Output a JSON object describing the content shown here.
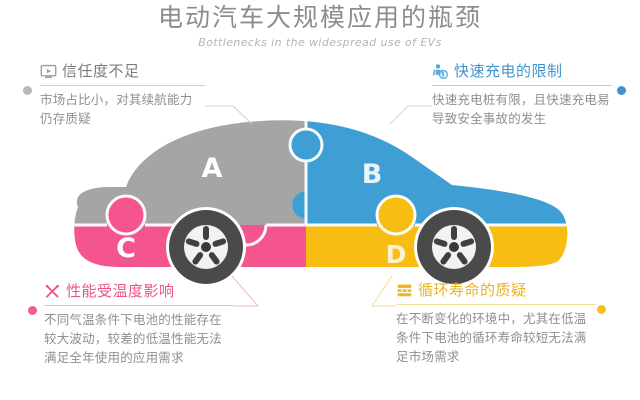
{
  "header": {
    "title_cn": "电动汽车大规模应用的瓶颈",
    "title_en": "Bottlenecks in the widespread use of EVs"
  },
  "callouts": [
    {
      "id": "trust",
      "letter": "A",
      "position": "top-left",
      "icon": "monitor-play-icon",
      "color": "#7c7c7c",
      "heading": "信任度不足",
      "body": "市场占比小，对其续航能力仍存质疑"
    },
    {
      "id": "fast-charging",
      "letter": "B",
      "position": "top-right",
      "icon": "charging-person-icon",
      "color": "#3f94cf",
      "heading": "快速充电的限制",
      "body": "快速充电桩有限，且快速充电易导致安全事故的发生"
    },
    {
      "id": "temperature",
      "letter": "C",
      "position": "bottom-left",
      "icon": "crossed-tools-icon",
      "color": "#e8558c",
      "heading": "性能受温度影响",
      "body": "不同气温条件下电池的性能存在较大波动，较差的低温性能无法满足全年使用的应用需求"
    },
    {
      "id": "cycle-life",
      "letter": "D",
      "position": "bottom-right",
      "icon": "battery-chart-icon",
      "color": "#e8b422",
      "heading": "循环寿命的质疑",
      "body": "在不断变化的环境中，尤其在低温条件下电池的循环寿命较短无法满足市场需求"
    }
  ],
  "diagram": {
    "type": "puzzle-car",
    "pieces": [
      {
        "letter": "A",
        "label": "A",
        "color": "#a5a5a5",
        "region": "upper-left"
      },
      {
        "letter": "B",
        "label": "B",
        "color": "#3f9fd4",
        "region": "upper-right"
      },
      {
        "letter": "C",
        "label": "C",
        "color": "#f4558f",
        "region": "lower-left"
      },
      {
        "letter": "D",
        "label": "D",
        "color": "#f7bd12",
        "region": "lower-right"
      }
    ],
    "wheels": 2
  }
}
